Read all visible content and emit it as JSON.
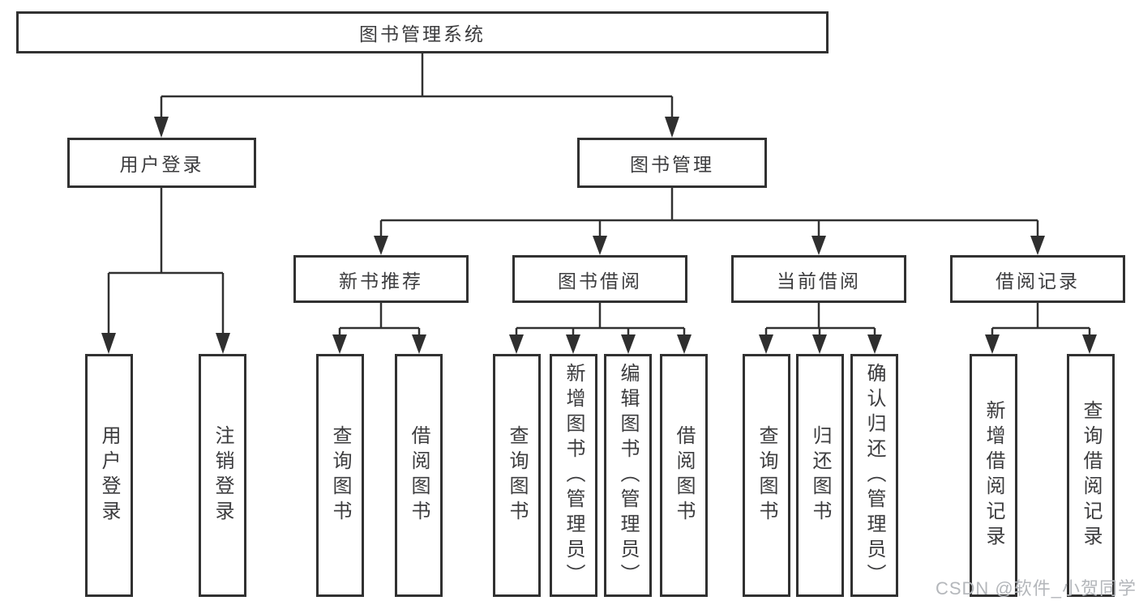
{
  "diagram_title": "图书管理系统",
  "tree": {
    "root": {
      "label": "图书管理系统"
    },
    "branches": [
      {
        "label": "用户登录",
        "children": [
          {
            "label": "用户登录"
          },
          {
            "label": "注销登录"
          }
        ]
      },
      {
        "label": "图书管理",
        "children": [
          {
            "label": "新书推荐",
            "children": [
              {
                "label": "查询图书"
              },
              {
                "label": "借阅图书"
              }
            ]
          },
          {
            "label": "图书借阅",
            "children": [
              {
                "label": "查询图书"
              },
              {
                "label": "新增图书（管理员）"
              },
              {
                "label": "编辑图书（管理员）"
              },
              {
                "label": "借阅图书"
              }
            ]
          },
          {
            "label": "当前借阅",
            "children": [
              {
                "label": "查询图书"
              },
              {
                "label": "归还图书"
              },
              {
                "label": "确认归还（管理员）"
              }
            ]
          },
          {
            "label": "借阅记录",
            "children": [
              {
                "label": "新增借阅记录"
              },
              {
                "label": "查询借阅记录"
              }
            ]
          }
        ]
      }
    ]
  },
  "watermark": {
    "text": "CSDN @软件_小贺同学"
  },
  "colors": {
    "line": "#313131",
    "box_border": "#313131",
    "text": "#3c3c3e",
    "watermark": "#b4b7bb",
    "background": "#ffffff"
  }
}
